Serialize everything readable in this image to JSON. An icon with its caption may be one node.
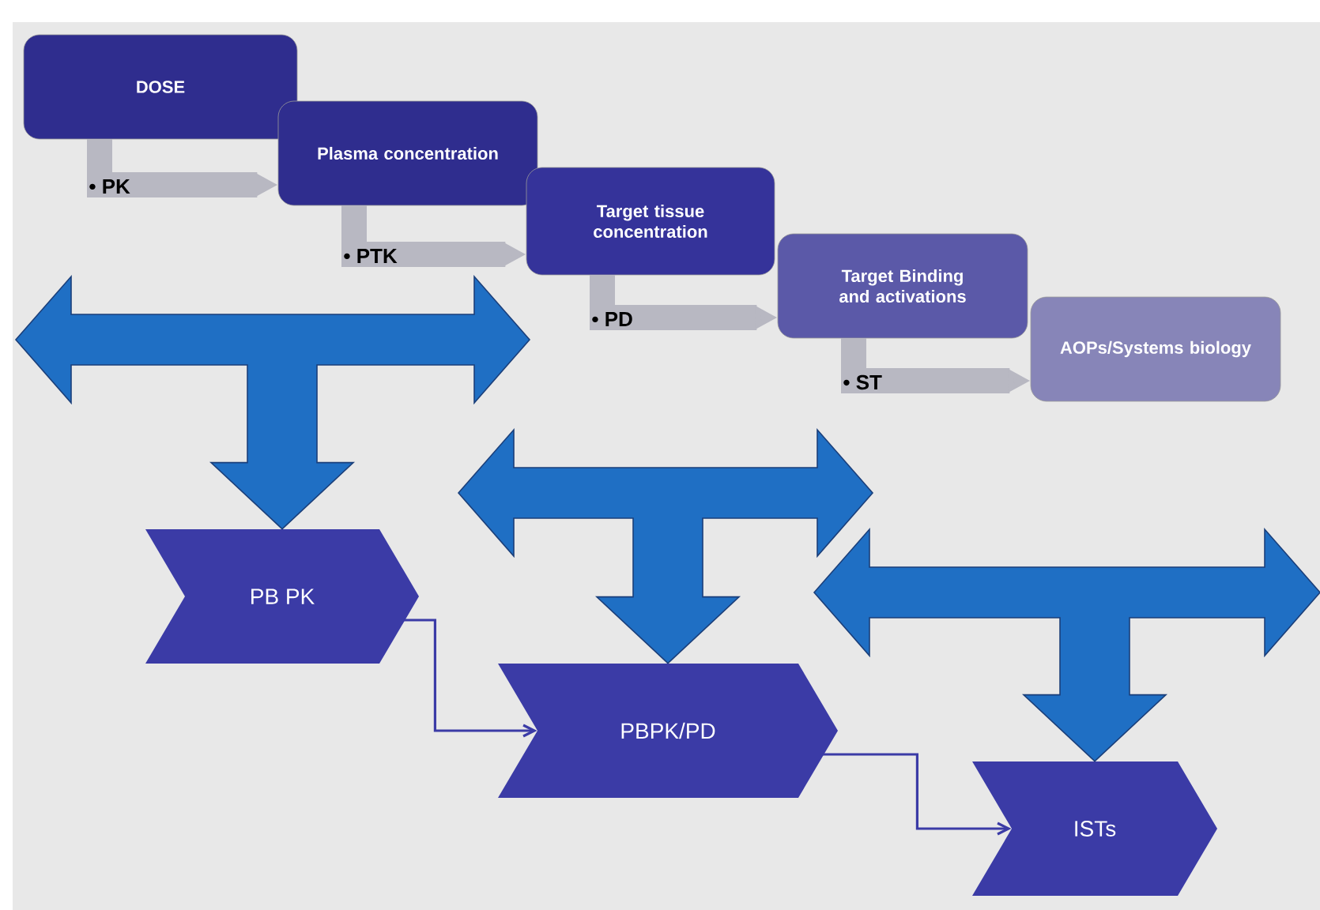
{
  "diagram": {
    "nodes": [
      {
        "text": [
          "DOSE"
        ]
      },
      {
        "text": [
          "Plasma concentration"
        ]
      },
      {
        "text": [
          "Target tissue concentration"
        ]
      },
      {
        "text": [
          "Target Binding and activations"
        ]
      },
      {
        "text": [
          "AOPs/Systems biology"
        ]
      },
      {
        "text": [
          "PB PK"
        ]
      },
      {
        "text": [
          "PBPK/PD"
        ]
      },
      {
        "text": [
          "ISTs"
        ]
      }
    ],
    "edges": [
      {
        "from": 0,
        "to": 1,
        "arrow": "to",
        "label": "• PK"
      },
      {
        "from": 1,
        "to": 2,
        "arrow": "to",
        "label": "• PTK"
      },
      {
        "from": 2,
        "to": 3,
        "arrow": "to",
        "label": "• PD"
      },
      {
        "from": 3,
        "to": 4,
        "arrow": "to",
        "label": "• ST"
      },
      {
        "from": null,
        "to": 5,
        "arrow": "to",
        "style": "thick",
        "color": "#1f6fc4"
      },
      {
        "from": null,
        "to": 6,
        "arrow": "to",
        "style": "thick",
        "color": "#1f6fc4"
      },
      {
        "from": null,
        "to": 7,
        "arrow": "to",
        "style": "thick",
        "color": "#1f6fc4"
      },
      {
        "from": 5,
        "to": 6,
        "arrow": "to",
        "color": "#3b3ba6"
      },
      {
        "from": 6,
        "to": 7,
        "arrow": "to",
        "color": "#3b3ba6"
      }
    ]
  }
}
